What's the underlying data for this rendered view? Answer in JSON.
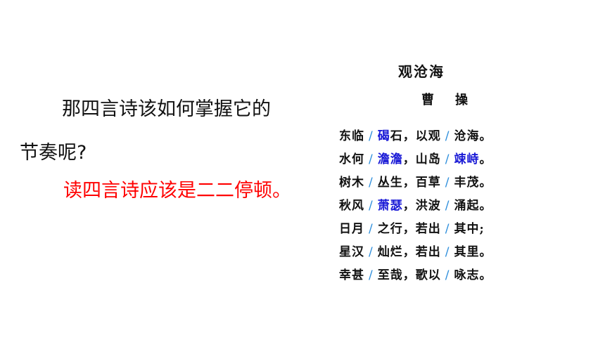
{
  "colors": {
    "text": "#111111",
    "answer": "#ff0000",
    "slash": "#2f8fdc",
    "highlight": "#1a1ad6"
  },
  "question": {
    "line1": "那四言诗该如何掌握它的",
    "line2": "节奏呢?"
  },
  "answer": "读四言诗应该是二二停顿。",
  "poem": {
    "title": "观沧海",
    "author_first": "曹",
    "author_second": "操",
    "slash": "/",
    "lines": [
      {
        "a": "东临",
        "b_hl": "碣",
        "b": "石，",
        "c": "以观",
        "d": "沧海。",
        "d_hl": ""
      },
      {
        "a": "水何",
        "b_hl": "澹澹",
        "b": "，",
        "c": "山岛",
        "d": "",
        "d_hl": "竦峙",
        "end": "。"
      },
      {
        "a": "树木",
        "b_hl": "",
        "b": "丛生，",
        "c": "百草",
        "d": "丰茂。",
        "d_hl": ""
      },
      {
        "a": "秋风",
        "b_hl": "萧瑟",
        "b": "，",
        "c": "洪波",
        "d": "涌起。",
        "d_hl": ""
      },
      {
        "a": "日月",
        "b_hl": "",
        "b": "之行，",
        "c": "若出",
        "d": "其中;",
        "d_hl": ""
      },
      {
        "a": "星汉",
        "b_hl": "",
        "b": "灿烂，",
        "c": "若出",
        "d": "其里。",
        "d_hl": ""
      },
      {
        "a": "幸甚",
        "b_hl": "",
        "b": "至哉，",
        "c": "歌以",
        "d": "咏志。",
        "d_hl": ""
      }
    ]
  }
}
